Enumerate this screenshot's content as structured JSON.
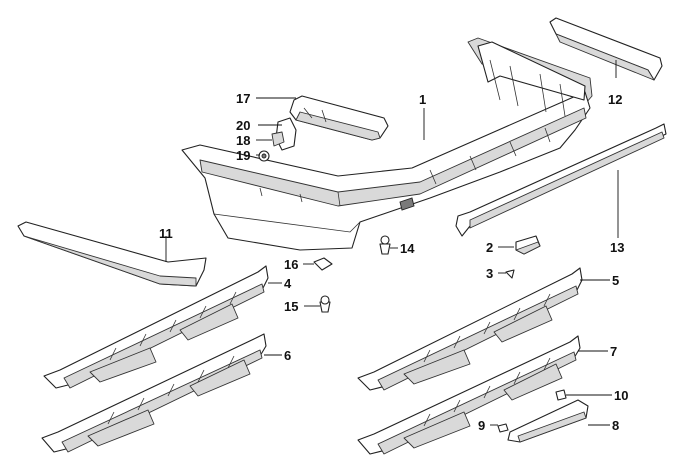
{
  "callouts": [
    {
      "id": "c1",
      "text": "1"
    },
    {
      "id": "c2",
      "text": "2"
    },
    {
      "id": "c3",
      "text": "3"
    },
    {
      "id": "c4",
      "text": "4"
    },
    {
      "id": "c5",
      "text": "5"
    },
    {
      "id": "c6",
      "text": "6"
    },
    {
      "id": "c7",
      "text": "7"
    },
    {
      "id": "c8",
      "text": "8"
    },
    {
      "id": "c9",
      "text": "9"
    },
    {
      "id": "c10",
      "text": "10"
    },
    {
      "id": "c11",
      "text": "11"
    },
    {
      "id": "c12",
      "text": "12"
    },
    {
      "id": "c13",
      "text": "13"
    },
    {
      "id": "c14",
      "text": "14"
    },
    {
      "id": "c15",
      "text": "15"
    },
    {
      "id": "c16",
      "text": "16"
    },
    {
      "id": "c17",
      "text": "17"
    },
    {
      "id": "c18",
      "text": "18"
    },
    {
      "id": "c19",
      "text": "19"
    },
    {
      "id": "c20",
      "text": "20"
    }
  ],
  "colors": {
    "ink": "#111111",
    "shade": "#d9d9d9",
    "background": "#ffffff"
  }
}
